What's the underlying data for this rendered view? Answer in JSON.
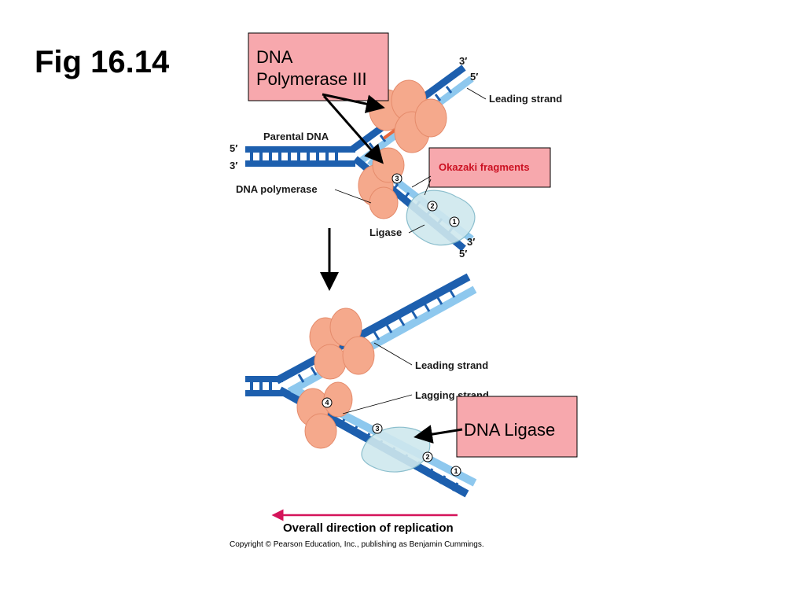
{
  "title": "Fig 16.14",
  "callouts": {
    "polymerase_line1": "DNA",
    "polymerase_line2": "Polymerase III",
    "okazaki": "Okazaki fragments",
    "ligase": "DNA Ligase"
  },
  "top_diagram": {
    "parental_dna": "Parental DNA",
    "dna_polymerase": "DNA polymerase",
    "ligase": "Ligase",
    "leading_strand": "Leading strand",
    "end_5_left": "5′",
    "end_3_left": "3′",
    "end_3_top": "3′",
    "end_5_top": "5′",
    "end_3_bottom": "3′",
    "end_5_bottom": "5′",
    "num_1": "1",
    "num_2": "2",
    "num_3": "3"
  },
  "bottom_diagram": {
    "leading_strand": "Leading strand",
    "lagging_strand": "Lagging strand",
    "num_1": "1",
    "num_2": "2",
    "num_3": "3",
    "num_4": "4"
  },
  "direction_label": "Overall direction of replication",
  "copyright": "Copyright © Pearson Education, Inc., publishing as Benjamin Cummings.",
  "colors": {
    "dark_strand": "#1d5fae",
    "light_strand": "#8ec8ee",
    "protein": "#f5a98c",
    "ligase": "#cfe8ee",
    "callout_fill": "#f7a8ad",
    "direction_arrow": "#d4145a"
  }
}
